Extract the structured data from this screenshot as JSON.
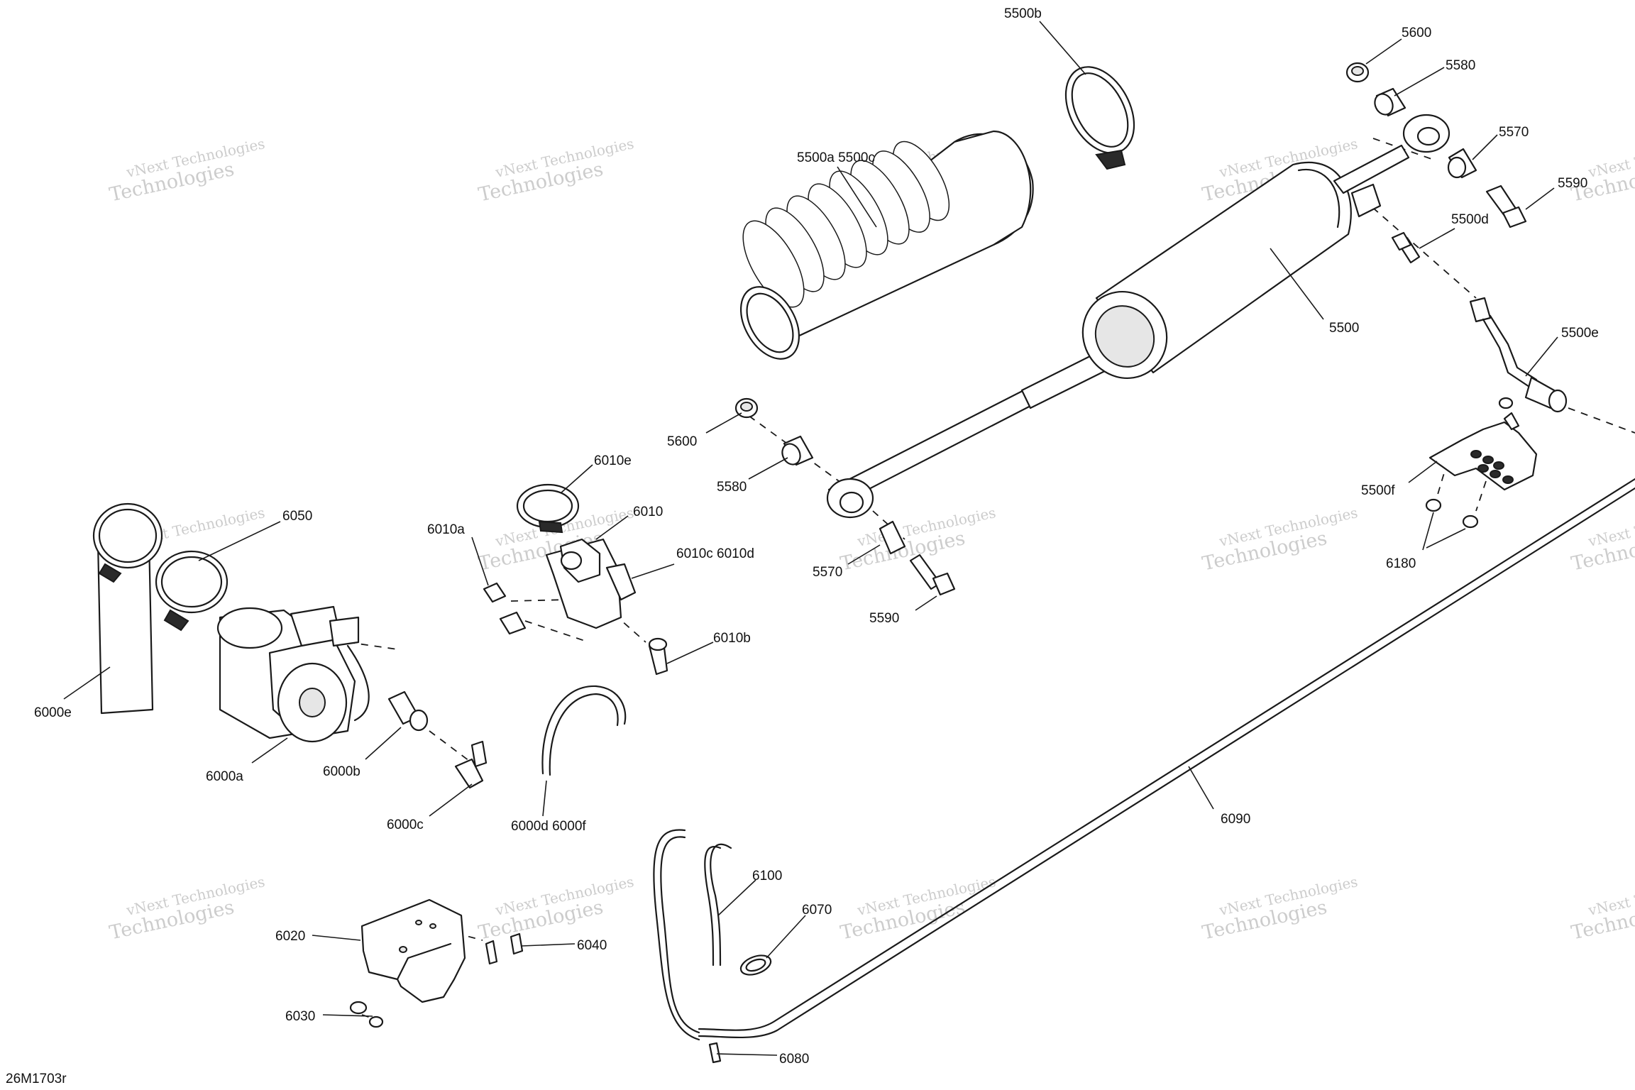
{
  "drawing_ref": "26M1703r",
  "watermark": {
    "line1": "vNext Technologies",
    "line2": "Technologies",
    "top": "vNext"
  },
  "callouts": {
    "c5500b": "5500b",
    "c5600_top": "5600",
    "c5580_top": "5580",
    "c5570_top": "5570",
    "c5590_top": "5590",
    "c5500d": "5500d",
    "c5500a_5500c": "5500a 5500c",
    "c5500": "5500",
    "c5500e": "5500e",
    "c5500f": "5500f",
    "c6180": "6180",
    "c5600_mid": "5600",
    "c5580_mid": "5580",
    "c5570_mid": "5570",
    "c5590_mid": "5590",
    "c6010e": "6010e",
    "c6010": "6010",
    "c6010a": "6010a",
    "c6010c_6010d": "6010c 6010d",
    "c6010b": "6010b",
    "c6050": "6050",
    "c6000e": "6000e",
    "c6000a": "6000a",
    "c6000b": "6000b",
    "c6000c": "6000c",
    "c6000d_6000f": "6000d 6000f",
    "c6090": "6090",
    "c6100": "6100",
    "c6070": "6070",
    "c6080": "6080",
    "c6020": "6020",
    "c6040": "6040",
    "c6030": "6030"
  }
}
